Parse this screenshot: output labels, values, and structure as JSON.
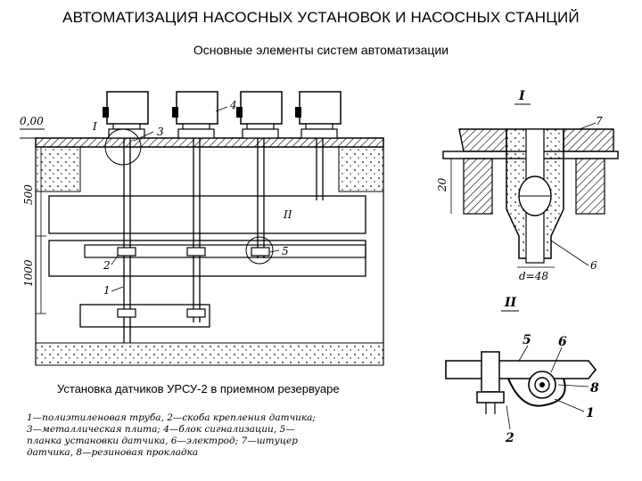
{
  "header": {
    "title": "АВТОМАТИЗАЦИЯ НАСОСНЫХ УСТАНОВОК И НАСОСНЫХ СТАНЦИЙ",
    "subtitle": "Основные элементы систем автоматизации"
  },
  "main_drawing": {
    "caption": "Установка датчиков УРСУ-2 в приемном резервуаре",
    "level_mark": "0,00",
    "dim_500": "500",
    "dim_1000": "1000",
    "callouts": {
      "c1": "1",
      "c2": "2",
      "c3": "3",
      "c4": "4",
      "c5": "5",
      "detail1": "I",
      "detail2": "II"
    }
  },
  "detail_I": {
    "label": "I",
    "dim_20": "20",
    "diameter": "d=48",
    "callout_7": "7",
    "callout_6": "6"
  },
  "detail_II": {
    "label": "II",
    "callout_5": "5",
    "callout_6": "6",
    "callout_8": "8",
    "callout_1": "1",
    "callout_2": "2"
  },
  "legend": {
    "lines": [
      "1—полиэтиленовая труба, 2—скоба крепления датчика;",
      "3—металлическая плита; 4—блок сигнализации, 5—",
      "планка установки датчика, 6—электрод; 7—штуцер",
      "датчика, 8—резиновая прокладка"
    ]
  }
}
